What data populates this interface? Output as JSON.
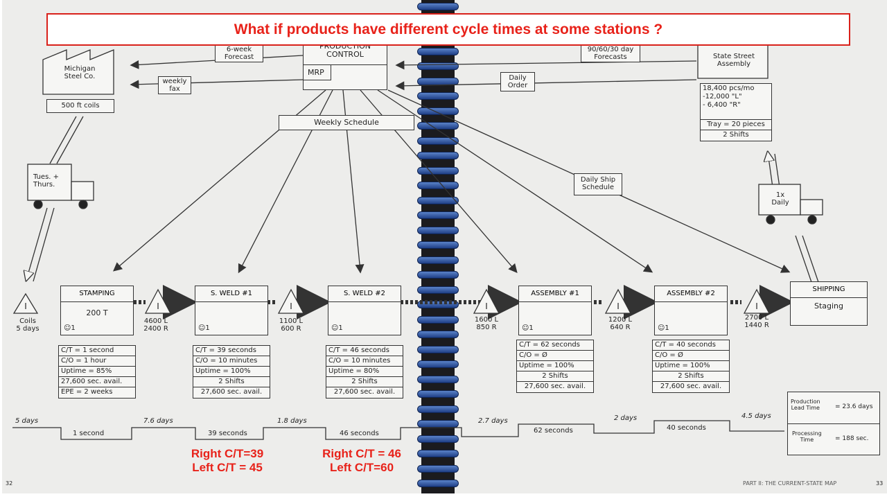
{
  "title": "What if products have different cycle times at some stations ?",
  "top": {
    "forecast6": "6-week\nForecast",
    "production_control": "PRODUCTION\nCONTROL",
    "mrp": "MRP",
    "supplier": "Michigan\nSteel Co.",
    "weekly_fax": "weekly\nfax",
    "coils": "500 ft coils",
    "weekly_schedule": "Weekly Schedule",
    "forecast_906030": "90/60/30 day\nForecasts",
    "daily_order": "Daily\nOrder",
    "customer": "State Street\nAssembly",
    "customer_data": [
      "18,400 pcs/mo",
      "-12,000 \"L\"",
      "- 6,400 \"R\"",
      "Tray = 20 pieces",
      "2 Shifts"
    ],
    "daily_ship": "Daily Ship\nSchedule",
    "truck_in": "Tues. +\nThurs.",
    "truck_out": "1x\nDaily"
  },
  "processes": [
    {
      "name": "STAMPING",
      "equip": "200 T",
      "op": "☺1",
      "data": [
        "C/T = 1 second",
        "C/O = 1 hour",
        "Uptime = 85%",
        "27,600 sec. avail.",
        "EPE = 2 weeks"
      ]
    },
    {
      "name": "S. WELD #1",
      "equip": "",
      "op": "☺1",
      "data": [
        "C/T = 39 seconds",
        "C/O = 10 minutes",
        "Uptime = 100%",
        "2 Shifts",
        "27,600 sec. avail."
      ]
    },
    {
      "name": "S. WELD #2",
      "equip": "",
      "op": "☺1",
      "data": [
        "C/T = 46 seconds",
        "C/O = 10 minutes",
        "Uptime = 80%",
        "2 Shifts",
        "27,600 sec. avail."
      ]
    },
    {
      "name": "ASSEMBLY #1",
      "equip": "",
      "op": "☺1",
      "data": [
        "C/T = 62 seconds",
        "C/O = Ø",
        "Uptime = 100%",
        "2 Shifts",
        "27,600 sec. avail."
      ]
    },
    {
      "name": "ASSEMBLY #2",
      "equip": "",
      "op": "☺1",
      "data": [
        "C/T = 40 seconds",
        "C/O = Ø",
        "Uptime = 100%",
        "2 Shifts",
        "27,600 sec. avail."
      ]
    },
    {
      "name": "SHIPPING",
      "equip": "Staging",
      "op": "",
      "data": []
    }
  ],
  "inventory": [
    {
      "label": "Coils\n5 days"
    },
    {
      "label": "4600 L\n2400 R"
    },
    {
      "label": "1100 L\n600 R"
    },
    {
      "label": "1600 L\n850 R"
    },
    {
      "label": "1200 L\n640 R"
    },
    {
      "label": "2700 L\n1440 R"
    }
  ],
  "timeline": {
    "days": [
      "5 days",
      "7.6 days",
      "1.8 days",
      "2.7 days",
      "2 days",
      "4.5 days"
    ],
    "seconds": [
      "1 second",
      "39 seconds",
      "46 seconds",
      "62 seconds",
      "40 seconds"
    ],
    "lead_label": "Production\nLead Time",
    "lead_value": "= 23.6 days",
    "proc_label": "Processing\nTime",
    "proc_value": "= 188 sec."
  },
  "notes": {
    "weld1": "Right C/T=39\nLeft C/T = 45",
    "weld2": "Right C/T = 46\nLeft C/T=60"
  },
  "footer": {
    "page_left": "32",
    "page_right": "PART II: THE CURRENT-STATE MAP",
    "page_right_num": "33"
  },
  "colors": {
    "accent_red": "#e8221a",
    "ring_blue": "#2b55a8"
  }
}
